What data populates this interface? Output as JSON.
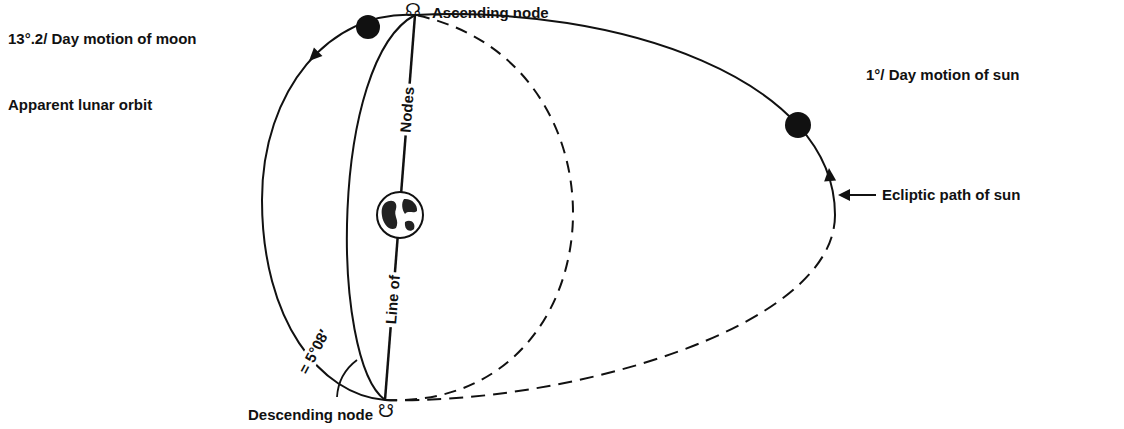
{
  "diagram": {
    "labels": [
      "13°.2/ Day motion of moon",
      "☊",
      "Ascending node",
      "Apparent lunar orbit",
      "1°/ Day motion of sun",
      "Ecliptic path of sun",
      "Nodes",
      "Line of",
      "= 5°08′",
      "Descending node",
      "☋"
    ]
  }
}
